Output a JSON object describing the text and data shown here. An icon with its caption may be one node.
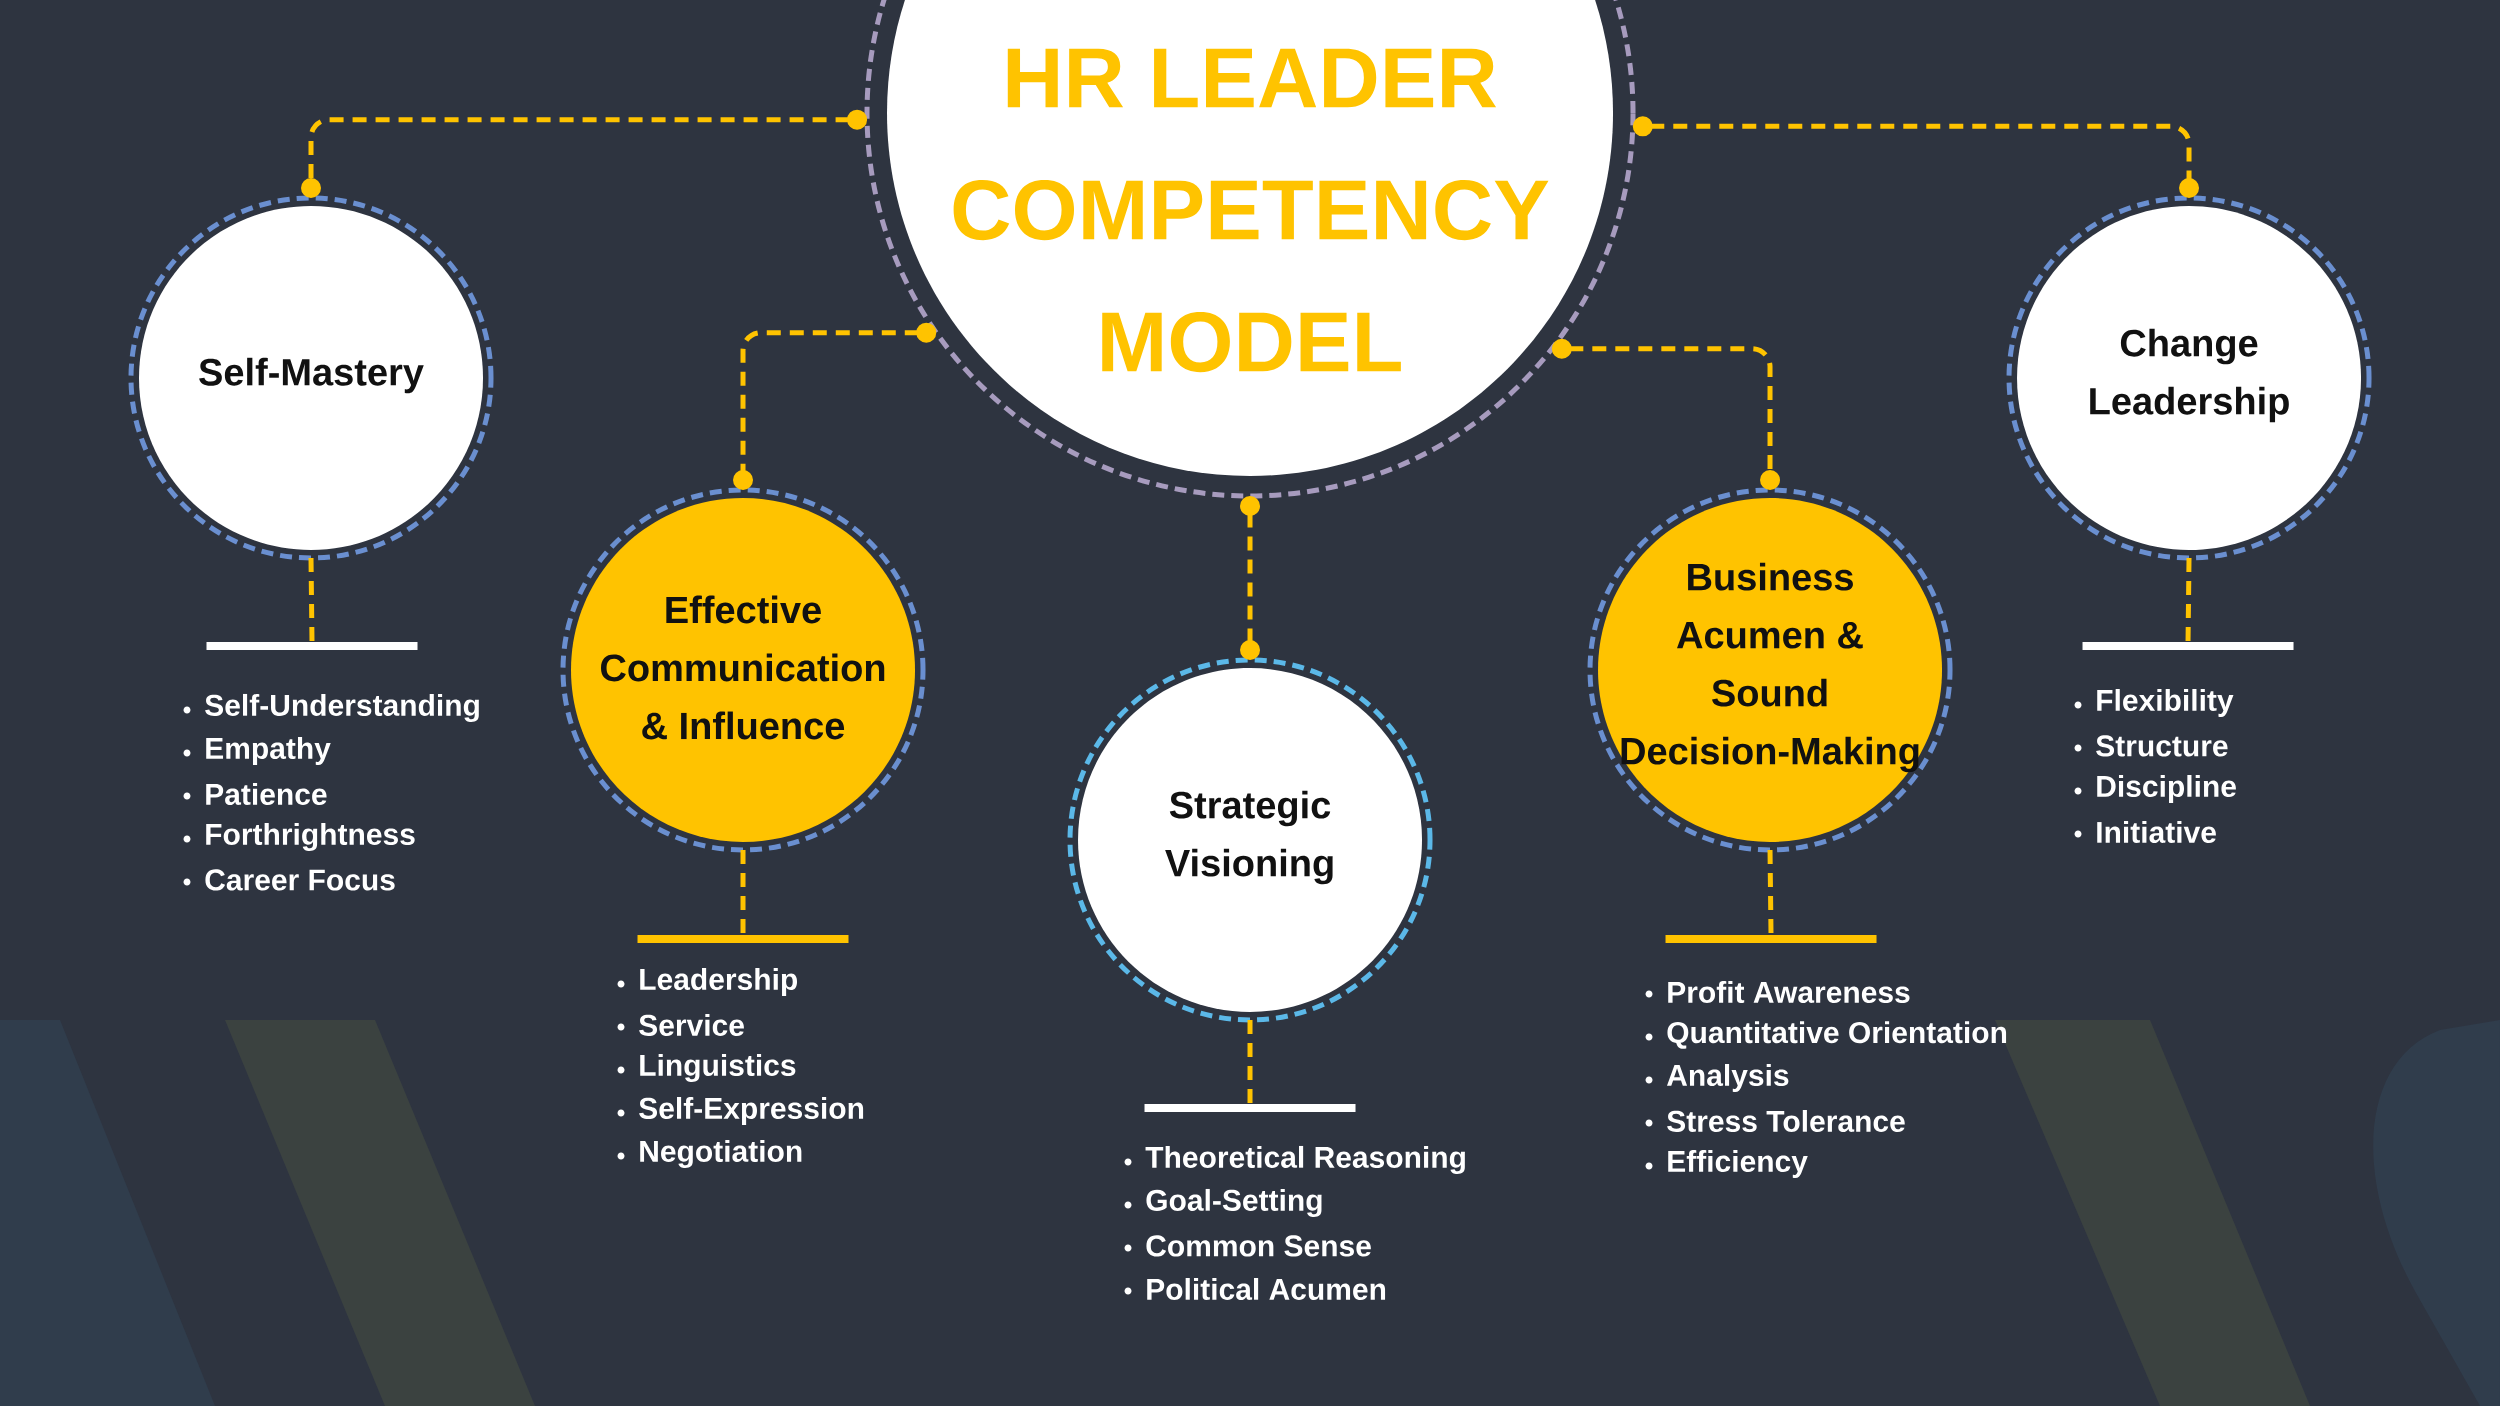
{
  "diagram": {
    "nodes": [
      {
        "text": [
          "HR LEADER COMPETENCY MODEL"
        ]
      },
      {
        "text": [
          "Self-Mastery"
        ]
      },
      {
        "text": [
          "Effective Communication & Influence"
        ]
      },
      {
        "text": [
          "Strategic Visioning"
        ]
      },
      {
        "text": [
          "Business Acumen & Sound Decision-Making"
        ]
      },
      {
        "text": [
          "Change Leadership"
        ]
      },
      {
        "text": [],
        "shape": "bar",
        "beside": [
          "Self-Understanding",
          "Empathy",
          "Patience",
          "Forthrightness",
          "Career Focus"
        ]
      },
      {
        "text": [],
        "shape": "bar",
        "beside": [
          "Leadership",
          "Service",
          "Linguistics",
          "Self-Expression",
          "Negotiation"
        ]
      },
      {
        "text": [],
        "shape": "bar",
        "beside": [
          "Theoretical Reasoning",
          "Goal-Setting",
          "Common Sense",
          "Political Acumen"
        ]
      },
      {
        "text": [],
        "shape": "bar",
        "beside": [
          "Profit Awareness",
          "Quantitative Orientation",
          "Analysis",
          "Stress Tolerance",
          "Efficiency"
        ]
      },
      {
        "text": [],
        "shape": "bar",
        "beside": [
          "Flexibility",
          "Structure",
          "Discipline",
          "Initiative"
        ]
      }
    ],
    "edges": [
      {
        "from": 0,
        "to": 1,
        "arrow": "other",
        "style": "dashed"
      },
      {
        "from": 0,
        "to": 2,
        "arrow": "other",
        "style": "dashed"
      },
      {
        "from": 0,
        "to": 3,
        "arrow": "other",
        "style": "dashed"
      },
      {
        "from": 0,
        "to": 4,
        "arrow": "other",
        "style": "dashed"
      },
      {
        "from": 0,
        "to": 5,
        "arrow": "other",
        "style": "dashed"
      },
      {
        "from": 1,
        "to": 6,
        "arrow": "none",
        "style": "dashed"
      },
      {
        "from": 2,
        "to": 7,
        "arrow": "none",
        "style": "dashed"
      },
      {
        "from": 3,
        "to": 8,
        "arrow": "none",
        "style": "dashed"
      },
      {
        "from": 4,
        "to": 9,
        "arrow": "none",
        "style": "dashed"
      },
      {
        "from": 5,
        "to": 10,
        "arrow": "none",
        "style": "dashed"
      }
    ]
  }
}
